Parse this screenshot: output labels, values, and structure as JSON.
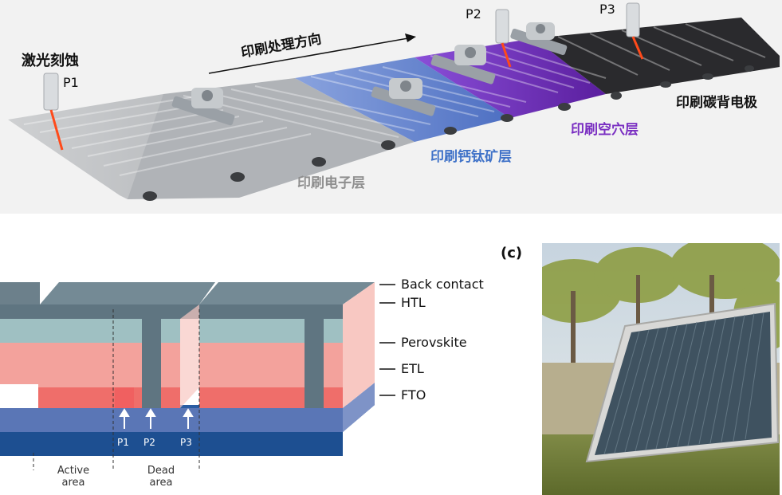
{
  "top_panel": {
    "laser_label": "激光刻蚀",
    "direction_label": "印刷处理方向",
    "laser_points": [
      "P1",
      "P2",
      "P3"
    ],
    "stage_labels": {
      "electron": "印刷电子层",
      "perovskite": "印刷钙钛矿层",
      "hole": "印刷空穴层",
      "carbon": "印刷碳背电极"
    },
    "colors": {
      "substrate": "#b9bcc0",
      "electron": "#a7abb0",
      "perovskite": "#6f8fd6",
      "hole": "#7a3fc8",
      "carbon": "#262628",
      "laser": "#ff4a1a"
    }
  },
  "cross_section": {
    "layers": [
      "Back contact",
      "HTL",
      "Perovskite",
      "ETL",
      "FTO"
    ],
    "cuts": [
      "P1",
      "P2",
      "P3"
    ],
    "area_labels": {
      "active": "Active\narea",
      "dead": "Dead\narea"
    },
    "colors": {
      "back_contact": "#5f7581",
      "htl": "#9fc0c2",
      "perovskite": "#f3a29c",
      "etl": "#ef6e6a",
      "fto": "#5a76b6",
      "glass": "#1d4f91"
    }
  },
  "photo_panel": {
    "label": "(c)"
  }
}
